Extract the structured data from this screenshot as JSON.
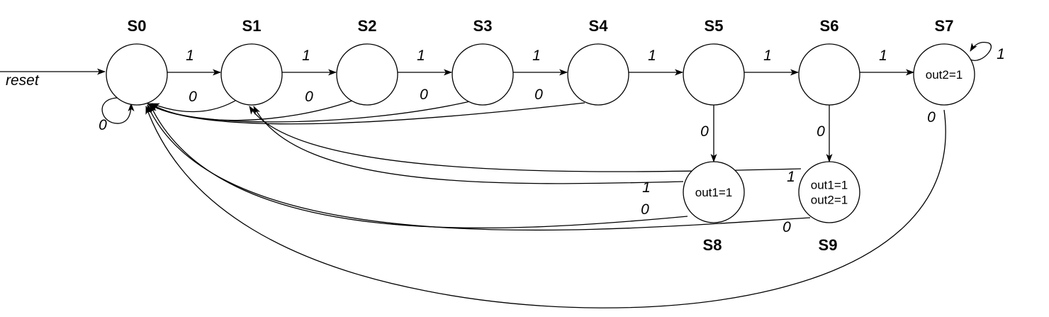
{
  "diagram": {
    "type": "finite-state-machine",
    "reset_label": "reset",
    "states": [
      {
        "id": "S0",
        "outputs": []
      },
      {
        "id": "S1",
        "outputs": []
      },
      {
        "id": "S2",
        "outputs": []
      },
      {
        "id": "S3",
        "outputs": []
      },
      {
        "id": "S4",
        "outputs": []
      },
      {
        "id": "S5",
        "outputs": []
      },
      {
        "id": "S6",
        "outputs": []
      },
      {
        "id": "S7",
        "outputs": [
          "out2=1"
        ]
      },
      {
        "id": "S8",
        "outputs": [
          "out1=1"
        ]
      },
      {
        "id": "S9",
        "outputs": [
          "out1=1",
          "out2=1"
        ]
      }
    ],
    "transitions": [
      {
        "from": "S0",
        "to": "S0",
        "label": "0"
      },
      {
        "from": "S0",
        "to": "S1",
        "label": "1"
      },
      {
        "from": "S1",
        "to": "S2",
        "label": "1"
      },
      {
        "from": "S2",
        "to": "S3",
        "label": "1"
      },
      {
        "from": "S3",
        "to": "S4",
        "label": "1"
      },
      {
        "from": "S4",
        "to": "S5",
        "label": "1"
      },
      {
        "from": "S5",
        "to": "S6",
        "label": "1"
      },
      {
        "from": "S6",
        "to": "S7",
        "label": "1"
      },
      {
        "from": "S7",
        "to": "S7",
        "label": "1"
      },
      {
        "from": "S1",
        "to": "S0",
        "label": "0"
      },
      {
        "from": "S2",
        "to": "S0",
        "label": "0"
      },
      {
        "from": "S3",
        "to": "S0",
        "label": "0"
      },
      {
        "from": "S4",
        "to": "S0",
        "label": "0"
      },
      {
        "from": "S5",
        "to": "S8",
        "label": "0"
      },
      {
        "from": "S6",
        "to": "S9",
        "label": "0"
      },
      {
        "from": "S8",
        "to": "S1",
        "label": "1"
      },
      {
        "from": "S9",
        "to": "S1",
        "label": "1"
      },
      {
        "from": "S8",
        "to": "S0",
        "label": "0"
      },
      {
        "from": "S9",
        "to": "S0",
        "label": "0"
      },
      {
        "from": "S7",
        "to": "S0",
        "label": "0"
      }
    ]
  }
}
